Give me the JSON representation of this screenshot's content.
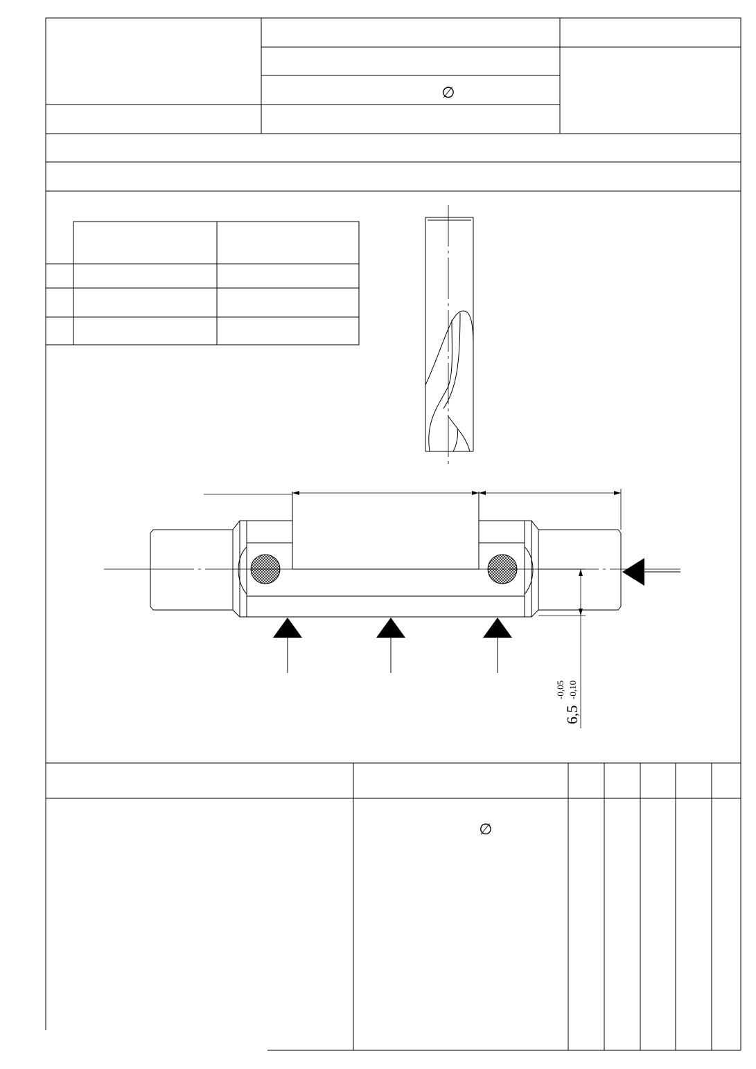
{
  "header": {
    "diameter_symbol_top": "∅"
  },
  "dimensions": {
    "thickness_nominal": "6,5",
    "thickness_upper_tolerance": "-0,05",
    "thickness_lower_tolerance": "-0,10"
  },
  "operations_table": {
    "diameter_symbol": "∅"
  }
}
